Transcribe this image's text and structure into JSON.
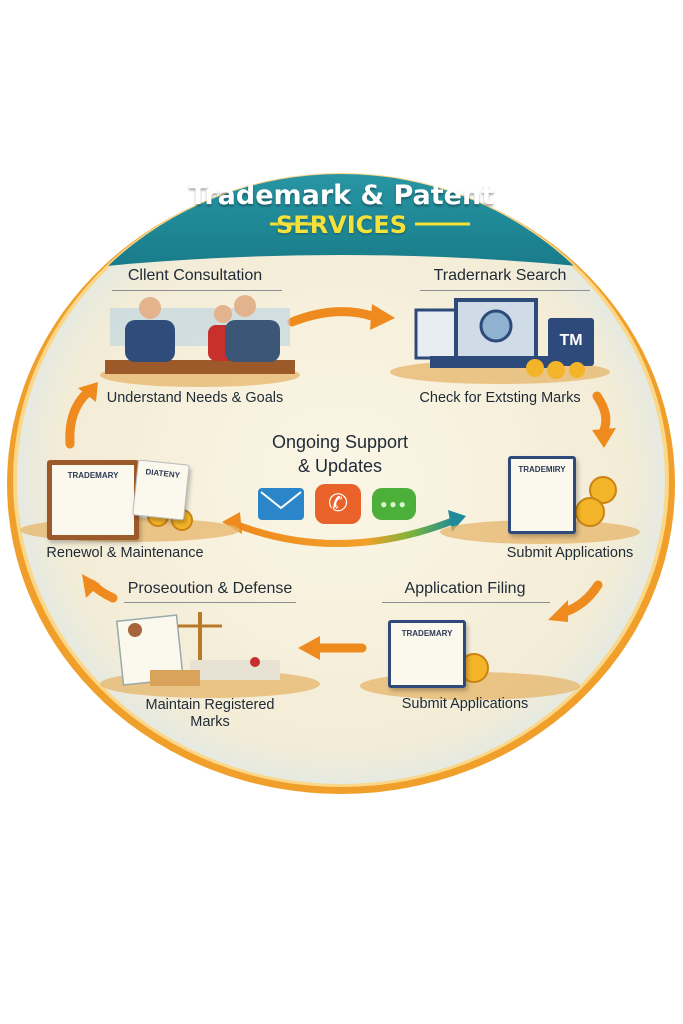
{
  "header": {
    "title": "Trademark & Patent",
    "subtitle": "SERVICES"
  },
  "steps": [
    {
      "title": "Cllent Consultation",
      "caption": "Understand Needs & Goals"
    },
    {
      "title": "Tradernark Search",
      "caption": "Check for Extsting Marks"
    },
    {
      "title": "",
      "caption": "Submit Applications",
      "doc_label": "TRADEMIRY"
    },
    {
      "title": "Application Filing",
      "caption": "Submit Applications",
      "doc_label": "TRADEMARY"
    },
    {
      "title": "Proseoution & Defense",
      "caption": "Maintain Registered Marks"
    },
    {
      "title": "",
      "caption": "Renewol & Maintenance",
      "doc_label": "TRADEMARY",
      "doc_label2": "DIATENY"
    }
  ],
  "center": {
    "title_line1": "Ongoing Support",
    "title_line2": "& Updates",
    "icons": [
      "email-icon",
      "phone-icon",
      "chat-icon"
    ]
  },
  "search_badge": "TM",
  "colors": {
    "teal": "#1f8a9a",
    "orange": "#ef8a1e",
    "cream": "#f7f1df",
    "yellow": "#f4e23a"
  }
}
